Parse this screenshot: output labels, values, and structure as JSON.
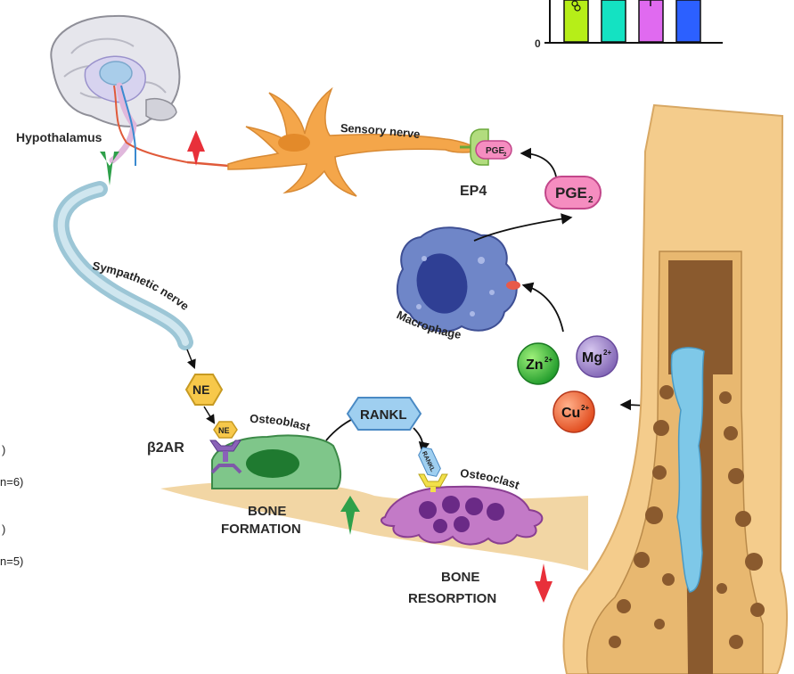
{
  "colors": {
    "green_up": "#2ea04a",
    "red_down": "#e8303a",
    "bone": "#f4cc8c",
    "marrow": "#8a5a2e",
    "canal": "#7ec8e8",
    "nerve_orange": "#f4a64a",
    "osteoblast": "#7fc68a",
    "osteoclast": "#c37ac7",
    "macrophage": "#6f86c8"
  },
  "labels": {
    "hypothalamus": "Hypothalamus",
    "sympathetic_nerve": "Sympathetic nerve",
    "sensory_nerve": "Sensory nerve",
    "ep4": "EP4",
    "pge_receptor": "PGE",
    "pge_receptor_sub": "2",
    "pge2": "PGE",
    "pge2_sub": "2",
    "macrophage": "Macrophage",
    "zn": "Zn",
    "zn_charge": "2+",
    "mg": "Mg",
    "mg_charge": "2+",
    "cu": "Cu",
    "cu_charge": "2+",
    "ne": "NE",
    "ne_small": "NE",
    "b2ar": "β2AR",
    "osteoblast": "Osteoblast",
    "rankl": "RANKL",
    "rankl_small": "RANKL",
    "osteoclast": "Osteoclast",
    "bone_formation_1": "BONE",
    "bone_formation_2": "FORMATION",
    "bone_resorption_1": "BONE",
    "bone_resorption_2": "RESORPTION"
  },
  "inset_chart": {
    "zero_tick": "0",
    "bar_colors": [
      "#b6ee18",
      "#14e2c2",
      "#e06af0",
      "#2c60ff"
    ]
  },
  "left_fragments": [
    ")",
    "n=6)",
    ")",
    "n=5)"
  ]
}
